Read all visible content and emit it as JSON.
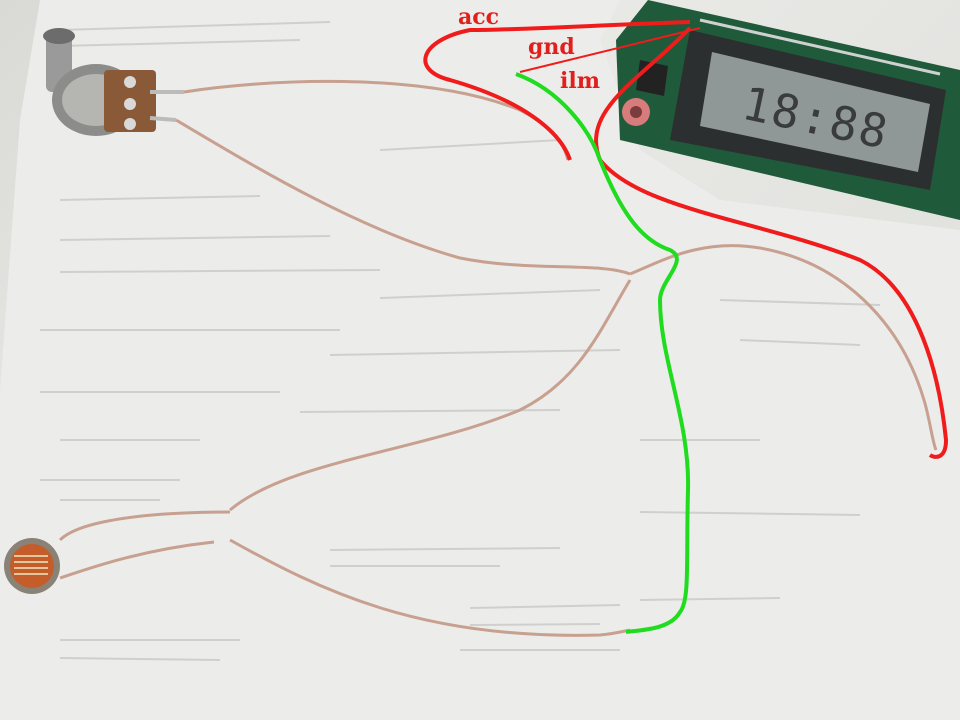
{
  "annotations": {
    "acc": {
      "text": "acc",
      "color": "#e0201c"
    },
    "gnd": {
      "text": "gnd",
      "color": "#e0201c"
    },
    "ilm": {
      "text": "ilm",
      "color": "#e0201c"
    }
  },
  "display": {
    "time_text": "18:88"
  },
  "colors": {
    "red_wire": "#f01c1c",
    "green_wire": "#1fdc1f",
    "copper_wire": "#c9a090",
    "pcb": "#1f5a3a"
  }
}
